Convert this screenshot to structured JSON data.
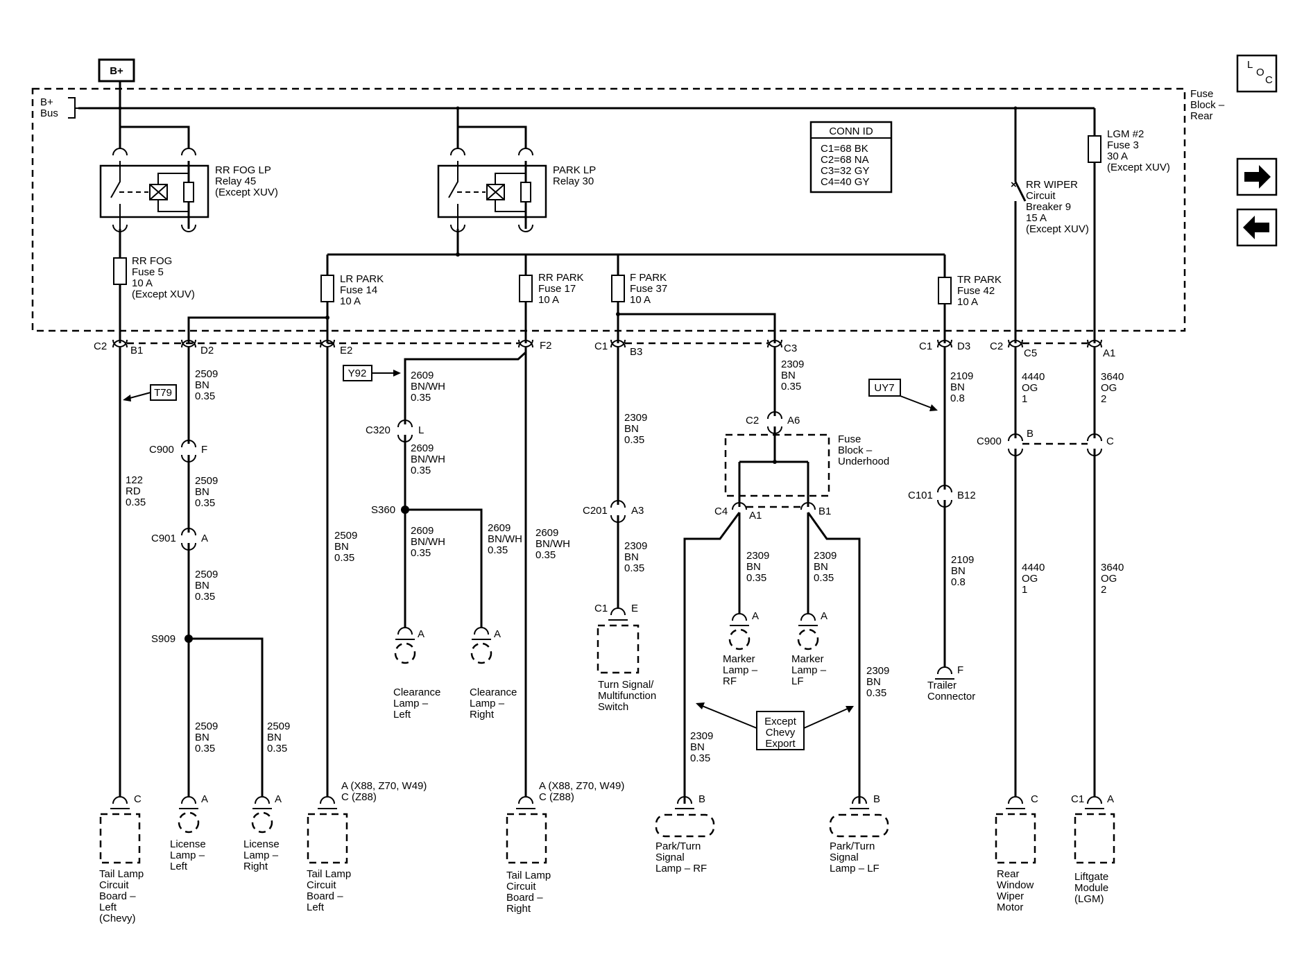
{
  "power": {
    "b_plus": "B+",
    "bus": [
      "B+",
      "Bus"
    ],
    "fuse_block_rear": [
      "Fuse",
      "Block –",
      "Rear"
    ]
  },
  "nav": {
    "loc_label": [
      "L",
      "O",
      "C"
    ],
    "next_icon": "arrow-right",
    "prev_icon": "arrow-left"
  },
  "conn_id": {
    "header": "CONN ID",
    "rows": [
      "C1=68 BK",
      "C2=68 NA",
      "C3=32 GY",
      "C4=40 GY"
    ]
  },
  "relays": {
    "rr_fog": [
      "RR FOG LP",
      "Relay 45",
      "(Except XUV)"
    ],
    "park": [
      "PARK LP",
      "Relay 30"
    ]
  },
  "fuses": {
    "rr_fog": [
      "RR FOG",
      "Fuse 5",
      "10 A",
      "(Except XUV)"
    ],
    "lr_park": [
      "LR PARK",
      "Fuse 14",
      "10 A"
    ],
    "rr_park": [
      "RR PARK",
      "Fuse 17",
      "10 A"
    ],
    "f_park": [
      "F PARK",
      "Fuse 37",
      "10 A"
    ],
    "tr_park": [
      "TR PARK",
      "Fuse 42",
      "10 A"
    ],
    "lgm": [
      "LGM #2",
      "Fuse 3",
      "30 A",
      "(Except XUV)"
    ],
    "rr_wiper": [
      "RR WIPER",
      "Circuit",
      "Breaker 9",
      "15 A",
      "(Except XUV)"
    ]
  },
  "pins": {
    "c2_b1": [
      "C2",
      "B1"
    ],
    "d2": "D2",
    "e2": "E2",
    "f2": "F2",
    "c1_b3": [
      "C1",
      "B3"
    ],
    "c3": "C3",
    "c1_d3": [
      "C1",
      "D3"
    ],
    "c2_c5": [
      "C2",
      "C5"
    ],
    "a1_top": "A1",
    "c900_f": [
      "C900",
      "F"
    ],
    "c901_a": [
      "C901",
      "A"
    ],
    "c320_l": [
      "C320",
      "L"
    ],
    "c201_a3": [
      "C201",
      "A3"
    ],
    "c1_e": [
      "C1",
      "E"
    ],
    "c2_a6": [
      "C2",
      "A6"
    ],
    "c4_a1": [
      "C4",
      "A1"
    ],
    "b1_fbu": "B1",
    "c101_b12": [
      "C101",
      "B12"
    ],
    "c900_b": [
      "C900",
      "B"
    ],
    "c_lgm": "C"
  },
  "splices": {
    "s909": "S909",
    "s360": "S360"
  },
  "refs": {
    "t79": "T79",
    "y92": "Y92",
    "uy7": "UY7"
  },
  "wires": {
    "w_2509_d2": [
      "2509",
      "BN",
      "0.35"
    ],
    "w_2509_f": [
      "2509",
      "BN",
      "0.35"
    ],
    "w_2509_a": [
      "2509",
      "BN",
      "0.35"
    ],
    "w_2509_ll": [
      "2509",
      "BN",
      "0.35"
    ],
    "w_2509_lr": [
      "2509",
      "BN",
      "0.35"
    ],
    "w_122": [
      "122",
      "RD",
      "0.35"
    ],
    "w_2509_e2": [
      "2509",
      "BN",
      "0.35"
    ],
    "w_2609_a": [
      "2609",
      "BN/WH",
      "0.35"
    ],
    "w_2609_b": [
      "2609",
      "BN/WH",
      "0.35"
    ],
    "w_2609_c": [
      "2609",
      "BN/WH",
      "0.35"
    ],
    "w_2609_d": [
      "2609",
      "BN/WH",
      "0.35"
    ],
    "w_2609_f2": [
      "2609",
      "BN/WH",
      "0.35"
    ],
    "w_2309_b3": [
      "2309",
      "BN",
      "0.35"
    ],
    "w_2309_a3": [
      "2309",
      "BN",
      "0.35"
    ],
    "w_2309_c3": [
      "2309",
      "BN",
      "0.35"
    ],
    "w_2309_mrf": [
      "2309",
      "BN",
      "0.35"
    ],
    "w_2309_mlf": [
      "2309",
      "BN",
      "0.35"
    ],
    "w_2309_plf": [
      "2309",
      "BN",
      "0.35"
    ],
    "w_2309_prf": [
      "2309",
      "BN",
      "0.35"
    ],
    "w_2109_a": [
      "2109",
      "BN",
      "0.8"
    ],
    "w_2109_b": [
      "2109",
      "BN",
      "0.8"
    ],
    "w_4440_a": [
      "4440",
      "OG",
      "1"
    ],
    "w_4440_b": [
      "4440",
      "OG",
      "1"
    ],
    "w_3640_a": [
      "3640",
      "OG",
      "2"
    ],
    "w_3640_b": [
      "3640",
      "OG",
      "2"
    ]
  },
  "fuse_block_underhood": [
    "Fuse",
    "Block –",
    "Underhood"
  ],
  "except_chevy_export": [
    "Except",
    "Chevy",
    "Export"
  ],
  "components": {
    "tail_lamp_left_chevy": {
      "pin": "C",
      "label": [
        "Tail Lamp",
        "Circuit",
        "Board –",
        "Left",
        "(Chevy)"
      ]
    },
    "license_left": {
      "pin": "A",
      "label": [
        "License",
        "Lamp –",
        "Left"
      ]
    },
    "license_right": {
      "pin": "A",
      "label": [
        "License",
        "Lamp –",
        "Right"
      ]
    },
    "tail_lamp_left": {
      "pin": [
        "A (X88, Z70, W49)",
        "C (Z88)"
      ],
      "label": [
        "Tail Lamp",
        "Circuit",
        "Board –",
        "Left"
      ]
    },
    "clearance_left": {
      "pin": "A",
      "label": [
        "Clearance",
        "Lamp –",
        "Left"
      ]
    },
    "clearance_right": {
      "pin": "A",
      "label": [
        "Clearance",
        "Lamp –",
        "Right"
      ]
    },
    "tail_lamp_right": {
      "pin": [
        "A (X88, Z70, W49)",
        "C (Z88)"
      ],
      "label": [
        "Tail Lamp",
        "Circuit",
        "Board –",
        "Right"
      ]
    },
    "turn_signal_switch": {
      "pin": [
        "C1",
        "E"
      ],
      "label": [
        "Turn Signal/",
        "Multifunction",
        "Switch"
      ]
    },
    "marker_rf": {
      "pin": "A",
      "label": [
        "Marker",
        "Lamp –",
        "RF"
      ]
    },
    "marker_lf": {
      "pin": "A",
      "label": [
        "Marker",
        "Lamp –",
        "LF"
      ]
    },
    "park_turn_rf": {
      "pin": "B",
      "label": [
        "Park/Turn",
        "Signal",
        "Lamp – RF"
      ]
    },
    "park_turn_lf": {
      "pin": "B",
      "label": [
        "Park/Turn",
        "Signal",
        "Lamp – LF"
      ]
    },
    "trailer_connector": {
      "pin": "F",
      "label": [
        "Trailer",
        "Connector"
      ]
    },
    "rear_wiper_motor": {
      "pin": "C",
      "label": [
        "Rear",
        "Window",
        "Wiper",
        "Motor"
      ]
    },
    "liftgate_module": {
      "pin": [
        "C1",
        "A"
      ],
      "label": [
        "Liftgate",
        "Module",
        "(LGM)"
      ]
    }
  }
}
